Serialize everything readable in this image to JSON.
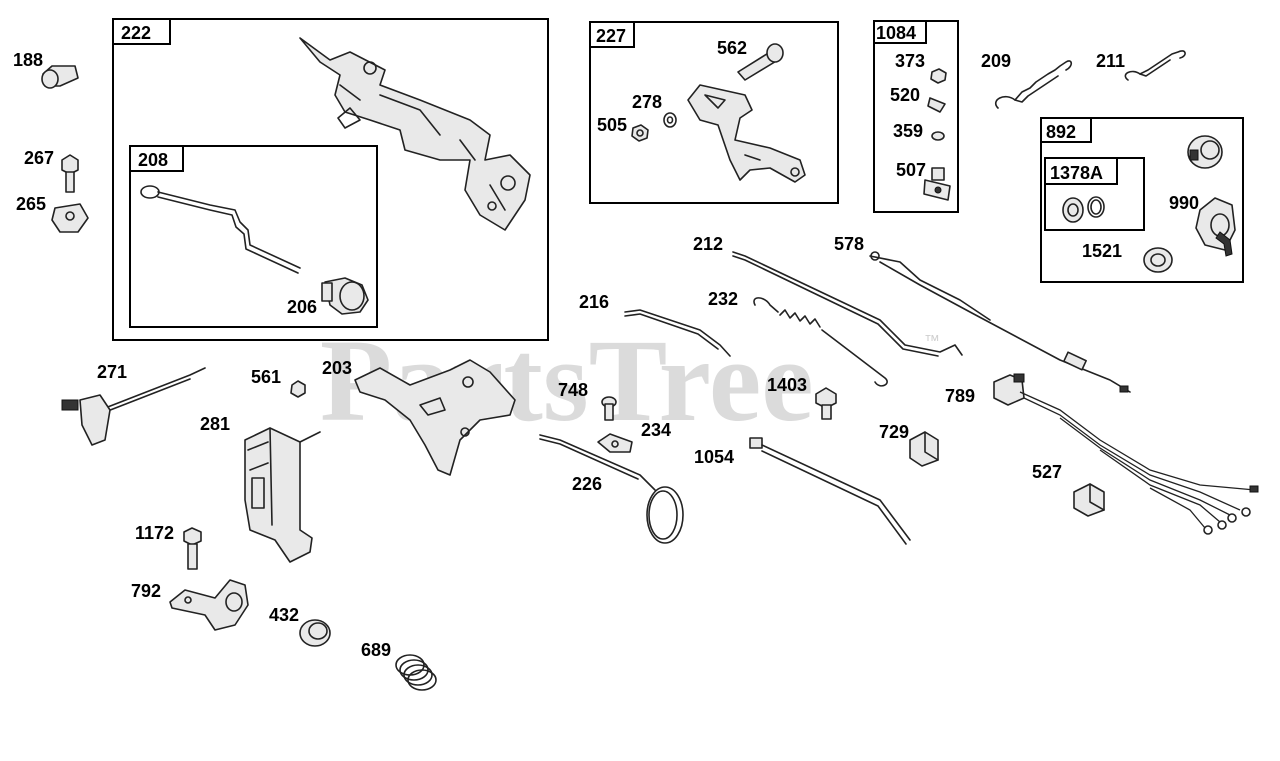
{
  "watermark": {
    "text": "PartsTree",
    "trademark": "™"
  },
  "boxes": {
    "b222": "222",
    "b208": "208",
    "b227": "227",
    "b1084": "1084",
    "b892": "892",
    "b1378a": "1378A"
  },
  "labels": {
    "p188": "188",
    "p267": "267",
    "p265": "265",
    "p206": "206",
    "p562": "562",
    "p278": "278",
    "p505": "505",
    "p373": "373",
    "p520": "520",
    "p359": "359",
    "p507": "507",
    "p209": "209",
    "p211": "211",
    "p990": "990",
    "p1521": "1521",
    "p212": "212",
    "p578": "578",
    "p216": "216",
    "p232": "232",
    "p271": "271",
    "p561": "561",
    "p203": "203",
    "p281": "281",
    "p748": "748",
    "p234": "234",
    "p1403": "1403",
    "p789": "789",
    "p729": "729",
    "p1054": "1054",
    "p226": "226",
    "p527": "527",
    "p1172": "1172",
    "p792": "792",
    "p432": "432",
    "p689": "689"
  }
}
